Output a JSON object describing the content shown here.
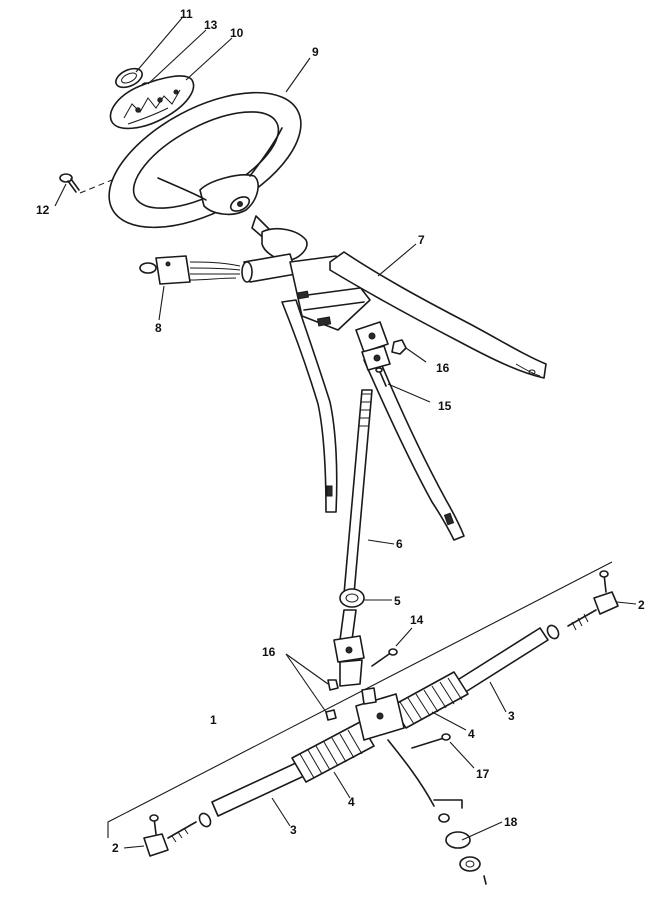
{
  "diagram": {
    "callouts": [
      {
        "id": "c11",
        "label": "11"
      },
      {
        "id": "c13",
        "label": "13"
      },
      {
        "id": "c10",
        "label": "10"
      },
      {
        "id": "c9",
        "label": "9"
      },
      {
        "id": "c12",
        "label": "12"
      },
      {
        "id": "c7",
        "label": "7"
      },
      {
        "id": "c8",
        "label": "8"
      },
      {
        "id": "c16a",
        "label": "16"
      },
      {
        "id": "c15",
        "label": "15"
      },
      {
        "id": "c6",
        "label": "6"
      },
      {
        "id": "c5",
        "label": "5"
      },
      {
        "id": "c2a",
        "label": "2"
      },
      {
        "id": "c14",
        "label": "14"
      },
      {
        "id": "c16b",
        "label": "16"
      },
      {
        "id": "c3a",
        "label": "3"
      },
      {
        "id": "c1",
        "label": "1"
      },
      {
        "id": "c4a",
        "label": "4"
      },
      {
        "id": "c17",
        "label": "17"
      },
      {
        "id": "c4b",
        "label": "4"
      },
      {
        "id": "c18",
        "label": "18"
      },
      {
        "id": "c3b",
        "label": "3"
      },
      {
        "id": "c2b",
        "label": "2"
      }
    ]
  }
}
